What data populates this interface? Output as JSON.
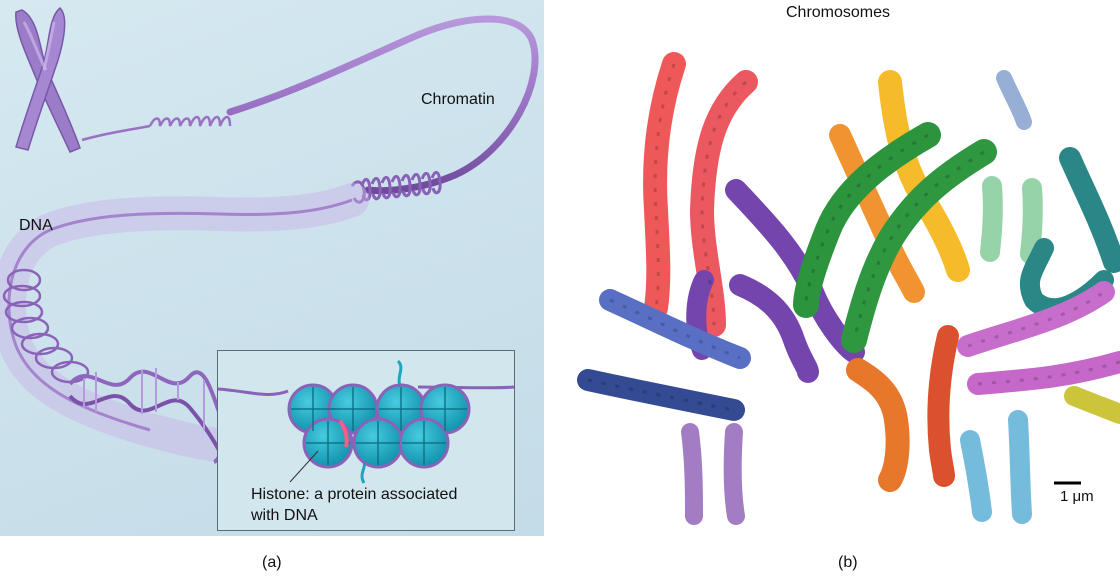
{
  "panel_a": {
    "labels": {
      "chromatin": "Chromatin",
      "dna": "DNA",
      "histone_line1": "Histone: a protein associated",
      "histone_line2": "with DNA"
    },
    "caption": "(a)"
  },
  "panel_b": {
    "title": "Chromosomes",
    "scale_bar_label": "1 μm",
    "caption": "(b)"
  },
  "colors": {
    "panel_a_background": "#cde2ec",
    "dna_purple": "#9a72c4",
    "histone_teal": "#1aa6bf"
  }
}
